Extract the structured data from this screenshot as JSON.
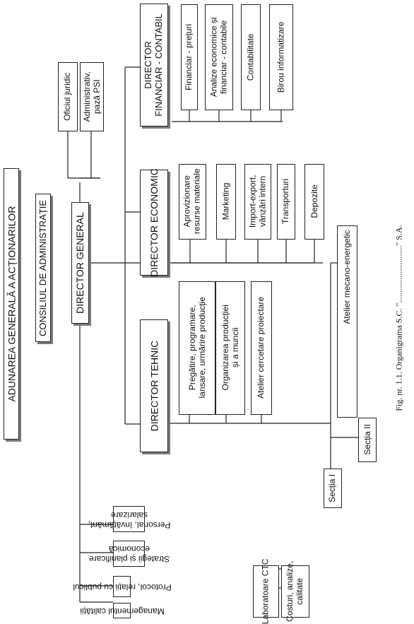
{
  "org": {
    "adunarea": "ADUNAREA GENERALĂ A ACȚIONARILOR",
    "consiliul": "CONSILIUL DE ADMINISTRAȚIE",
    "director_general": "DIRECTOR GENERAL",
    "oficiul_juridic": "Oficiul juridic",
    "administrativ": "Administrativ,\npază PSI",
    "director_financiar": "DIRECTOR\nFINANCIAR - CONTABIL",
    "financiar_preturi": "Financiar - prețuri",
    "analize_economice": "Analize economice și\nfinanciar - contabile",
    "contabilitate": "Contabilitate",
    "birou_informatizare": "Birou informatizare",
    "director_economic": "DIRECTOR ECONOMIC",
    "aprovizionare": "Aprovizionare\nresurse materiale",
    "marketing": "Marketing",
    "import_export": "Import-export,\nvânzări intern",
    "transporturi": "Transporturi",
    "depozite": "Depozite",
    "director_tehnic": "DIRECTOR TEHNIC",
    "pregatire": "Pregătire, programare,\nlansare, urmărire producție",
    "organizarea": "Organizarea producției\nși a muncii",
    "atelier_cercetare": "Atelier cercetare proiectare",
    "atelier_mecano": "Atelier mecano-energetic",
    "sectia_1": "Secția I",
    "sectia_2": "Secția II",
    "personal": "Personal, învățământ,\nsalarizare",
    "strategii": "Strategii și planificare\neconomică",
    "protocol": "Protocol, relații cu publicul",
    "managementul": "Managementul calității",
    "laboratoare": "Laboratoare CTC",
    "costuri": "Costuri, analize,\ncalitate"
  },
  "caption": "Fig. nr. 1.1. Organigrama S.C. \"...........................\" S.A."
}
